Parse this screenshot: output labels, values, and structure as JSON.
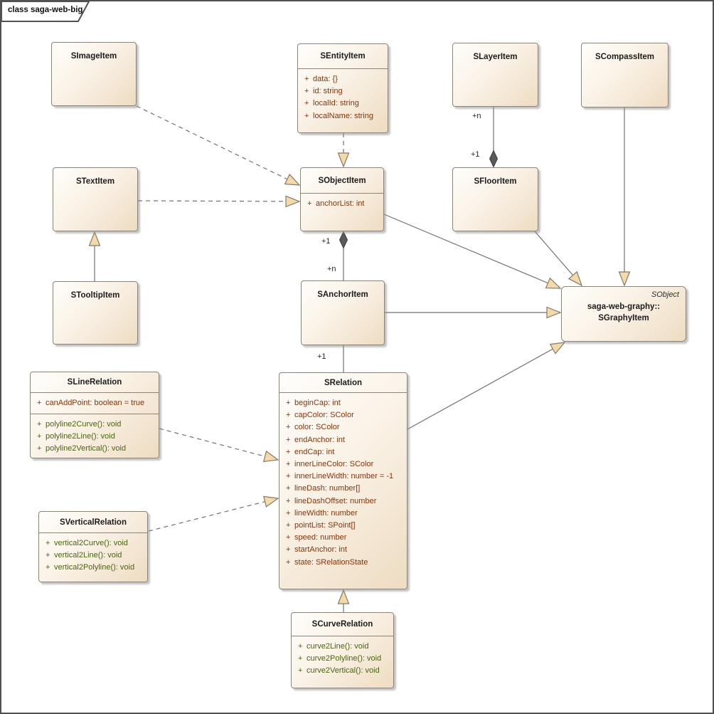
{
  "frame": {
    "title": "class saga-web-big"
  },
  "colors": {
    "box_fill_light": "#fffefb",
    "box_fill_dark": "#eedcc2",
    "box_border": "#8c8579",
    "attribute_text": "#8a3309",
    "method_text": "#47650e",
    "connector_line": "#75706a",
    "arrowhead_fill": "#f4d9a9",
    "composition_diamond": "#58595b"
  },
  "classes": {
    "sImageItem": {
      "name": "SImageItem"
    },
    "sEntityItem": {
      "name": "SEntityItem",
      "attributes": [
        {
          "vis": "+",
          "text": "data: {}"
        },
        {
          "vis": "+",
          "text": "id: string"
        },
        {
          "vis": "+",
          "text": "localId: string"
        },
        {
          "vis": "+",
          "text": "localName: string"
        }
      ]
    },
    "sLayerItem": {
      "name": "SLayerItem"
    },
    "sCompassItem": {
      "name": "SCompassItem"
    },
    "sTextItem": {
      "name": "STextItem"
    },
    "sObjectItem": {
      "name": "SObjectItem",
      "attributes": [
        {
          "vis": "+",
          "text": "anchorList: int"
        }
      ]
    },
    "sFloorItem": {
      "name": "SFloorItem"
    },
    "sTooltipItem": {
      "name": "STooltipItem"
    },
    "sAnchorItem": {
      "name": "SAnchorItem"
    },
    "sGraphyItem": {
      "stereotype": "SObject",
      "name_line1": "saga-web-graphy::",
      "name_line2": "SGraphyItem"
    },
    "sLineRelation": {
      "name": "SLineRelation",
      "attributes": [
        {
          "vis": "+",
          "text": "canAddPoint: boolean = true"
        }
      ],
      "methods": [
        {
          "vis": "+",
          "text": "polyline2Curve(): void"
        },
        {
          "vis": "+",
          "text": "polyline2Line(): void"
        },
        {
          "vis": "+",
          "text": "polyline2Vertical(): void"
        }
      ]
    },
    "sRelation": {
      "name": "SRelation",
      "attributes": [
        {
          "vis": "+",
          "text": "beginCap: int"
        },
        {
          "vis": "+",
          "text": "capColor: SColor"
        },
        {
          "vis": "+",
          "text": "color: SColor"
        },
        {
          "vis": "+",
          "text": "endAnchor: int"
        },
        {
          "vis": "+",
          "text": "endCap: int"
        },
        {
          "vis": "+",
          "text": "innerLineColor: SColor"
        },
        {
          "vis": "+",
          "text": "innerLineWidth: number = -1"
        },
        {
          "vis": "+",
          "text": "lineDash: number[]"
        },
        {
          "vis": "+",
          "text": "lineDashOffset: number"
        },
        {
          "vis": "+",
          "text": "lineWidth: number"
        },
        {
          "vis": "+",
          "text": "pointList: SPoint[]"
        },
        {
          "vis": "+",
          "text": "speed: number"
        },
        {
          "vis": "+",
          "text": "startAnchor: int"
        },
        {
          "vis": "+",
          "text": "state: SRelationState"
        }
      ]
    },
    "sVerticalRelation": {
      "name": "SVerticalRelation",
      "methods": [
        {
          "vis": "+",
          "text": "vertical2Curve(): void"
        },
        {
          "vis": "+",
          "text": "vertical2Line(): void"
        },
        {
          "vis": "+",
          "text": "vertical2Polyline(): void"
        }
      ]
    },
    "sCurveRelation": {
      "name": "SCurveRelation",
      "methods": [
        {
          "vis": "+",
          "text": "curve2Line(): void"
        },
        {
          "vis": "+",
          "text": "curve2Polyline(): void"
        },
        {
          "vis": "+",
          "text": "curve2Vertical(): void"
        }
      ]
    }
  },
  "multiplicities": {
    "layer_to_floor_source": "+n",
    "layer_to_floor_target": "+1",
    "object_to_anchor_source": "+1",
    "object_to_anchor_target": "+n",
    "anchor_to_relation_target": "+1"
  }
}
